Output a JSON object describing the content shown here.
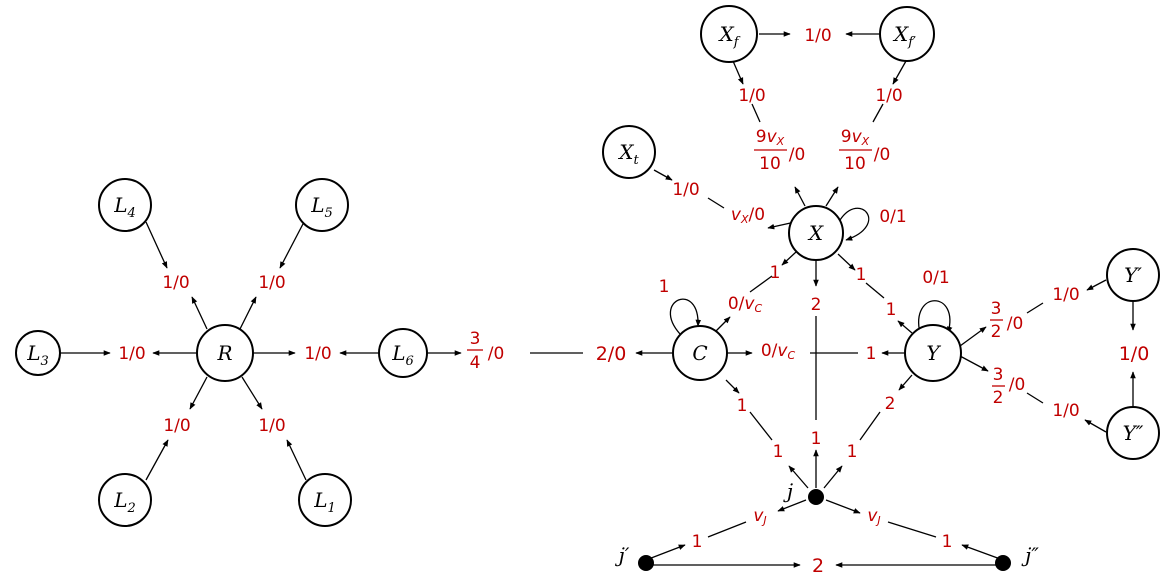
{
  "nodes": {
    "L1": {
      "base": "L",
      "sub": "1"
    },
    "L2": {
      "base": "L",
      "sub": "2"
    },
    "L3": {
      "base": "L",
      "sub": "3"
    },
    "L4": {
      "base": "L",
      "sub": "4"
    },
    "L5": {
      "base": "L",
      "sub": "5"
    },
    "L6": {
      "base": "L",
      "sub": "6"
    },
    "R": {
      "base": "R"
    },
    "C": {
      "base": "C"
    },
    "X": {
      "base": "X"
    },
    "Y": {
      "base": "Y"
    },
    "Yp": {
      "base": "Y′"
    },
    "Ypp": {
      "base": "Y″"
    },
    "Xt": {
      "base": "X",
      "sub": "t"
    },
    "Xf": {
      "base": "X",
      "sub": "f"
    },
    "Xfp": {
      "base": "X",
      "sub": "f′"
    },
    "j": {
      "base": "j"
    },
    "jp": {
      "base": "j′"
    },
    "jpp": {
      "base": "j″"
    }
  },
  "weights": {
    "one_zero": "1/0",
    "two_zero": "2/0",
    "zero_one": "0/1",
    "one": "1",
    "two": "2",
    "slash_zero": "/0",
    "zero_slash": "0/",
    "three": "3",
    "four": "4",
    "nine": "9",
    "ten": "10",
    "v": "v",
    "sub_c": "C",
    "sub_x": "X",
    "sub_j": "J"
  }
}
